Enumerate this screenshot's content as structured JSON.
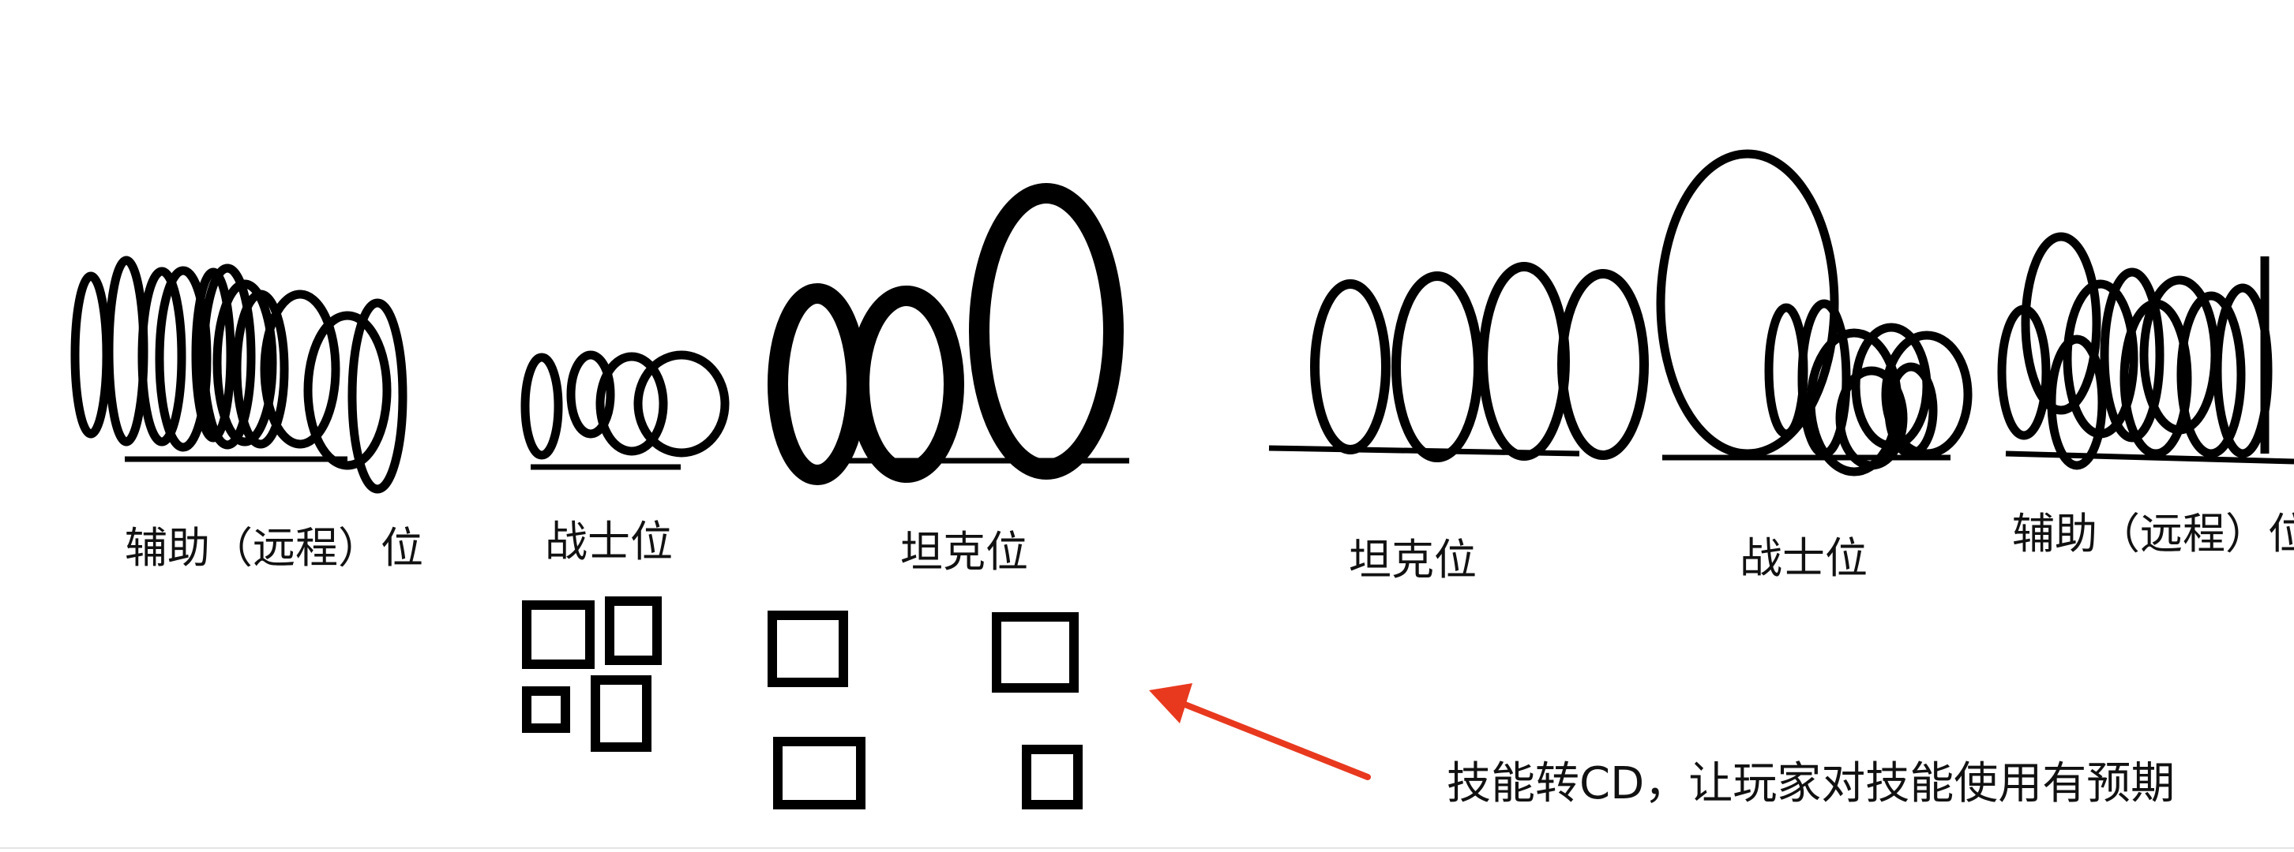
{
  "diagram": {
    "left_group": {
      "labels": {
        "support": "辅助（远程）位",
        "warrior": "战士位",
        "tank": "坦克位"
      }
    },
    "right_group": {
      "labels": {
        "tank": "坦克位",
        "warrior": "战士位",
        "support": "辅助（远程）位"
      }
    },
    "annotation": {
      "text": "技能转CD，让玩家对技能使用有预期",
      "arrow_color": "#e8391f"
    },
    "colors": {
      "stroke": "#000000",
      "background": "#ffffff",
      "arrow": "#e8391f"
    }
  }
}
